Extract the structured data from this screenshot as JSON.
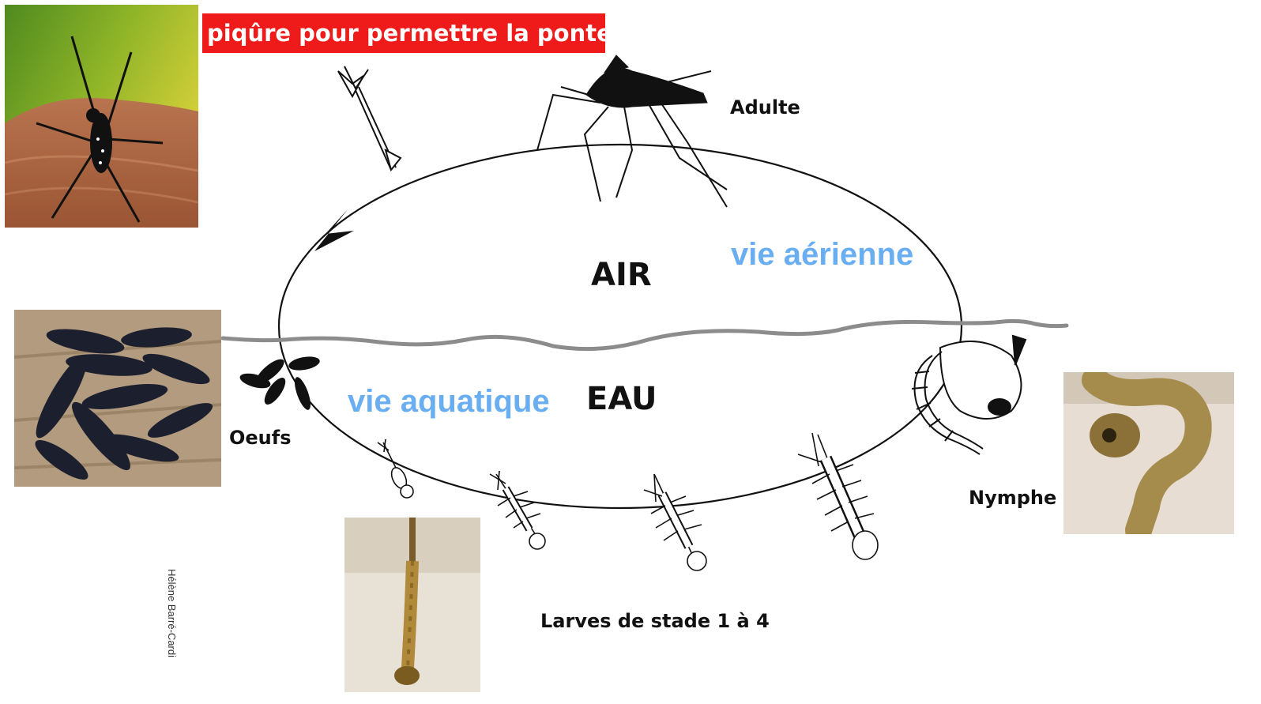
{
  "banner": {
    "text": "piqûre pour permettre la ponte",
    "bg": "#ef1a1a"
  },
  "labels": {
    "adulte": "Adulte",
    "air": "AIR",
    "vie_aerienne": "vie aérienne",
    "vie_aquatique": "vie aquatique",
    "eau": "EAU",
    "oeufs": "Oeufs",
    "nymphe": "Nymphe",
    "larves": "Larves de stade 1 à 4"
  },
  "credit": "Hélène Barré-Cardi",
  "colors": {
    "blue_text": "#6aaef2",
    "water_line": "#8c8c8c",
    "cycle_line": "#111111"
  }
}
